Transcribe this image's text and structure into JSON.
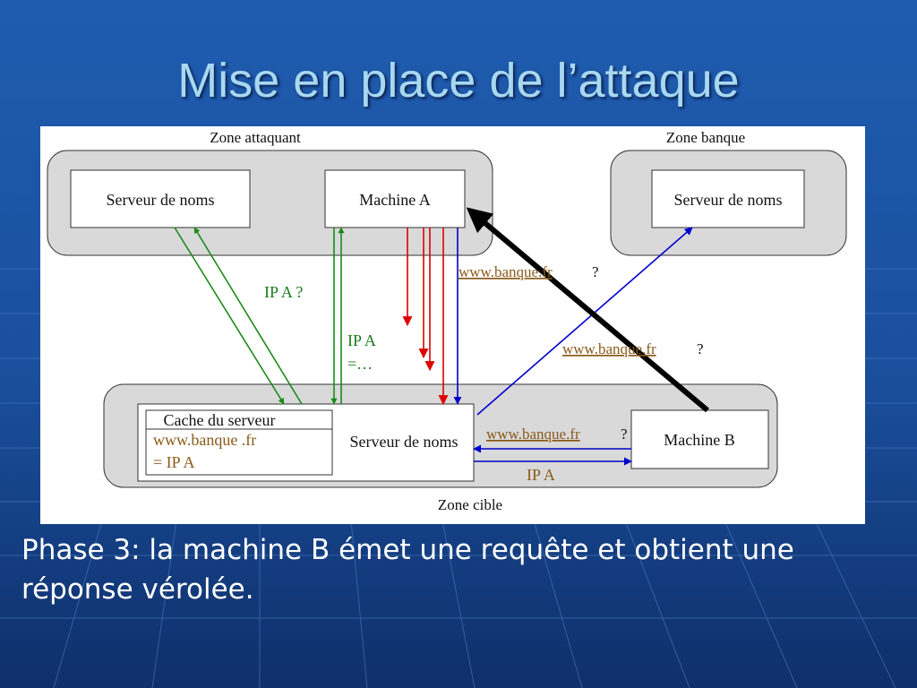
{
  "slide": {
    "title": "Mise en place de l’attaque",
    "caption": "Phase 3: la machine B émet une requête et obtient une réponse vérolée."
  },
  "diagram": {
    "zones": {
      "attacker": "Zone attaquant",
      "bank": "Zone banque",
      "target": "Zone cible"
    },
    "nodes": {
      "attacker_dns": "Serveur de noms",
      "machine_a": "Machine A",
      "bank_dns": "Serveur de noms",
      "target_dns": "Serveur de noms",
      "machine_b": "Machine B"
    },
    "cache": {
      "title": "Cache du serveur",
      "entry_name": "www.banque .fr",
      "entry_value": "= IP A"
    },
    "labels": {
      "ip_a_query": "IP A ?",
      "ip_a_answer_line1": "IP A",
      "ip_a_answer_line2": "=…",
      "query_to_machine_a_url": "www.banque.fr",
      "query_to_machine_a_q": "?",
      "query_to_bank_url": "www.banque.fr",
      "query_to_bank_q": "?",
      "query_from_b_url": "www.banque.fr",
      "query_from_b_q": "?",
      "answer_to_b": "IP A"
    },
    "colors": {
      "green_arrows": "#1a8a1a",
      "red_arrows": "#dd0000",
      "blue_arrows": "#0000cc",
      "black_arrow": "#000000",
      "label_brown": "#8a5a1a",
      "label_green": "#1a7a1a"
    }
  }
}
